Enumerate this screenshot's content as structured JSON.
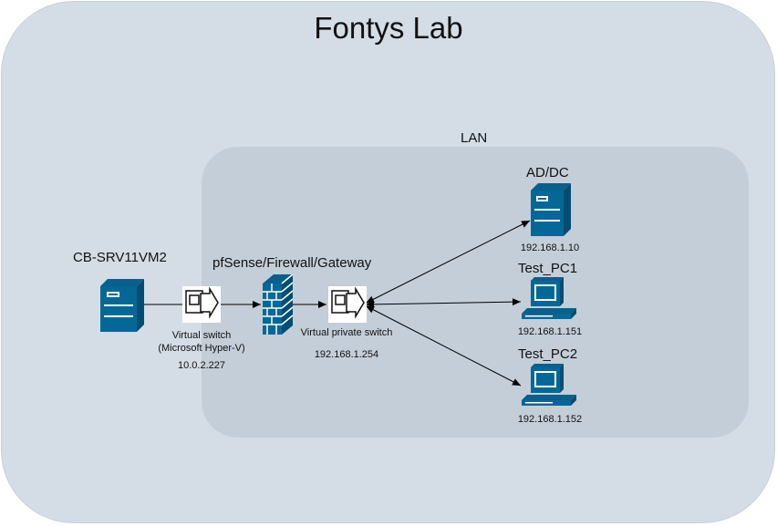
{
  "diagram": {
    "title": "Fontys Lab",
    "lan_label": "LAN",
    "host": {
      "name": "CB-SRV11VM2",
      "icon": "server-icon"
    },
    "vswitch": {
      "label_line1": "Virtual switch",
      "label_line2": "(Microsoft Hyper-V)",
      "ip": "10.0.2.227",
      "icon": "switch-icon"
    },
    "firewall": {
      "name": "pfSense/Firewall/Gateway",
      "icon": "firewall-icon"
    },
    "private_switch": {
      "label": "Virtual private switch",
      "ip": "192.168.1.254",
      "icon": "switch-icon"
    },
    "ad_dc": {
      "name": "AD/DC",
      "ip": "192.168.1.10",
      "icon": "server-icon"
    },
    "test_pc1": {
      "name": "Test_PC1",
      "ip": "192.168.1.151",
      "icon": "desktop-pc-icon"
    },
    "test_pc2": {
      "name": "Test_PC2",
      "ip": "192.168.1.152",
      "icon": "desktop-pc-icon"
    },
    "colors": {
      "outer": "#d4dde6",
      "lan": "#c4ced8",
      "icon": "#036897"
    }
  }
}
